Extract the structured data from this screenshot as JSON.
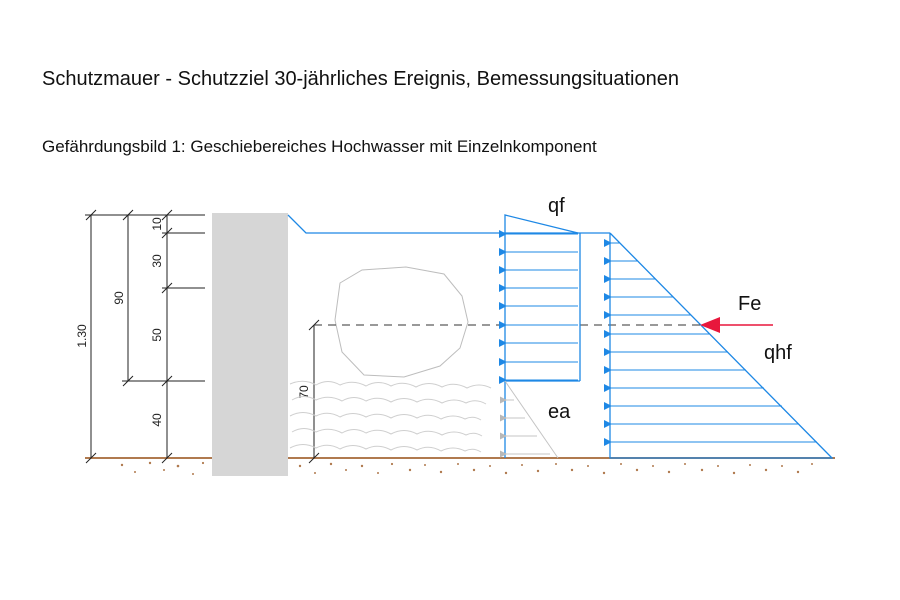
{
  "title": "Schutzmauer - Schutzziel 30-jährliches Ereignis, Bemessungsituationen",
  "subtitle": "Gefährdungsbild 1: Geschiebereiches Hochwasser mit Einzelnkomponent",
  "dimensions": {
    "total": "1.30",
    "upper": "90",
    "seg1": "10",
    "seg2": "30",
    "seg3": "50",
    "seg4": "40",
    "impact_height": "70"
  },
  "labels": {
    "qf": "qf",
    "fe": "Fe",
    "qhf": "qhf",
    "ea": "ea"
  },
  "colors": {
    "load_blue": "#1e88e5",
    "force_red": "#e8173c",
    "wall_gray": "#d6d6d6",
    "soil_brown": "#b07a4f"
  }
}
